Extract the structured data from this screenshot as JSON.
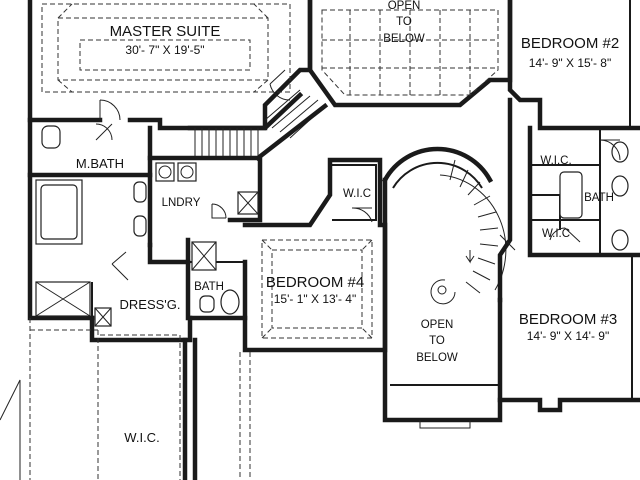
{
  "rooms": {
    "master_suite": {
      "name": "MASTER SUITE",
      "dims": "30'- 7\" X 19'-5\""
    },
    "bedroom_2": {
      "name": "BEDROOM #2",
      "dims": "14'- 9\" X 15'- 8\""
    },
    "bedroom_3": {
      "name": "BEDROOM #3",
      "dims": "14'- 9\" X 14'- 9\""
    },
    "bedroom_4": {
      "name": "BEDROOM #4",
      "dims": "15'- 1\" X 13'- 4\""
    },
    "master_bath": {
      "name": "M.BATH"
    },
    "laundry": {
      "name": "LNDRY"
    },
    "dressing": {
      "name": "DRESS'G."
    },
    "bath_center": {
      "name": "BATH"
    },
    "bath_right": {
      "name": "BATH"
    },
    "wic_center": {
      "name": "W.I.C"
    },
    "wic_right_upper": {
      "name": "W.I.C."
    },
    "wic_right_lower": {
      "name": "W.I.C"
    },
    "wic_master": {
      "name": "W.I.C."
    }
  },
  "open_areas": {
    "top": {
      "line1": "OPEN",
      "line2": "TO",
      "line3": "BELOW"
    },
    "stair": {
      "line1": "OPEN",
      "line2": "TO",
      "line3": "BELOW"
    }
  }
}
